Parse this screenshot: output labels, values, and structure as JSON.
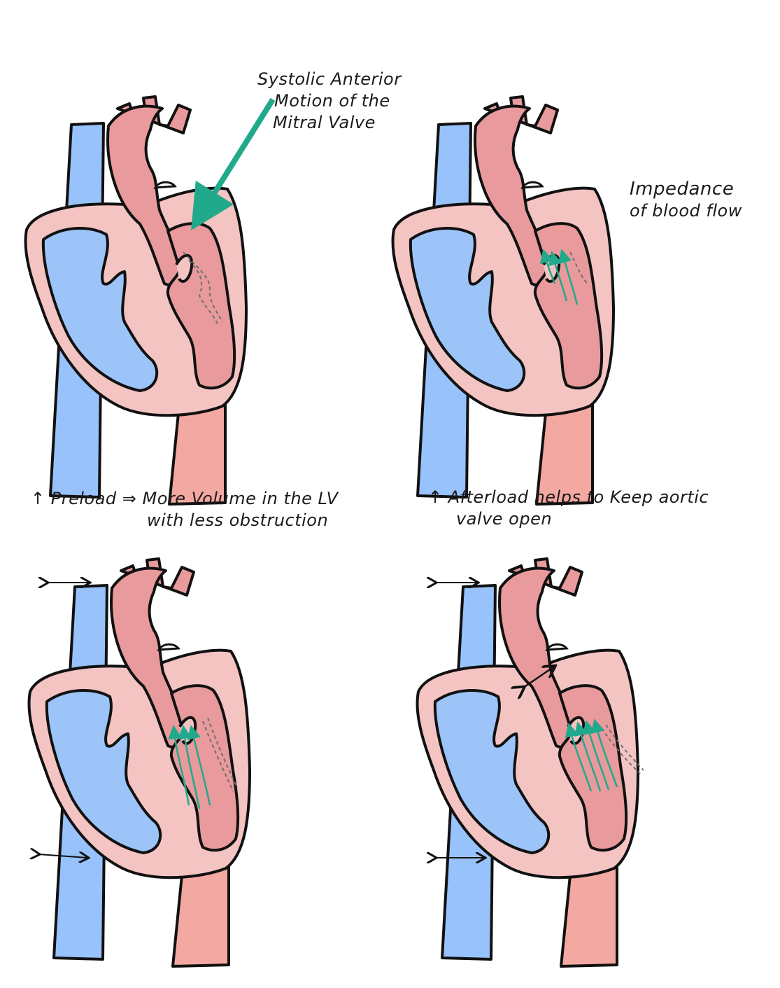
{
  "colors": {
    "outline": "#111111",
    "myocardium": "#f4c4c3",
    "chamber_red": "#e99a9c",
    "chamber_blue": "#9cc4f8",
    "vein_blue": "#98c2fb",
    "artery_red": "#f4a8a2",
    "flow_arrow": "#21a98c",
    "dashed": "#6f6f6f",
    "background": "#ffffff"
  },
  "panels": [
    {
      "id": "sam",
      "annotation": {
        "lines": [
          "Systolic Anterior",
          "Motion of the",
          "Mitral Valve"
        ],
        "pointer_icon": "teal-arrow-icon"
      }
    },
    {
      "id": "impedance",
      "annotation": {
        "lines": [
          "Impedance",
          "of blood flow"
        ],
        "flow_arrows": 3
      }
    },
    {
      "id": "preload",
      "annotation": {
        "lines": [
          "↑ Preload ⇒ More Volume in the LV",
          "with less obstruction"
        ],
        "flow_arrows": 3,
        "vein_width_markers": "double-arrow-icon"
      }
    },
    {
      "id": "afterload",
      "annotation": {
        "lines": [
          "↑ Afterload helps to  Keep aortic",
          "valve open"
        ],
        "flow_arrows": 4,
        "aortic_width_marker": "double-arrow-icon",
        "vein_width_markers": "double-arrow-icon"
      }
    }
  ]
}
